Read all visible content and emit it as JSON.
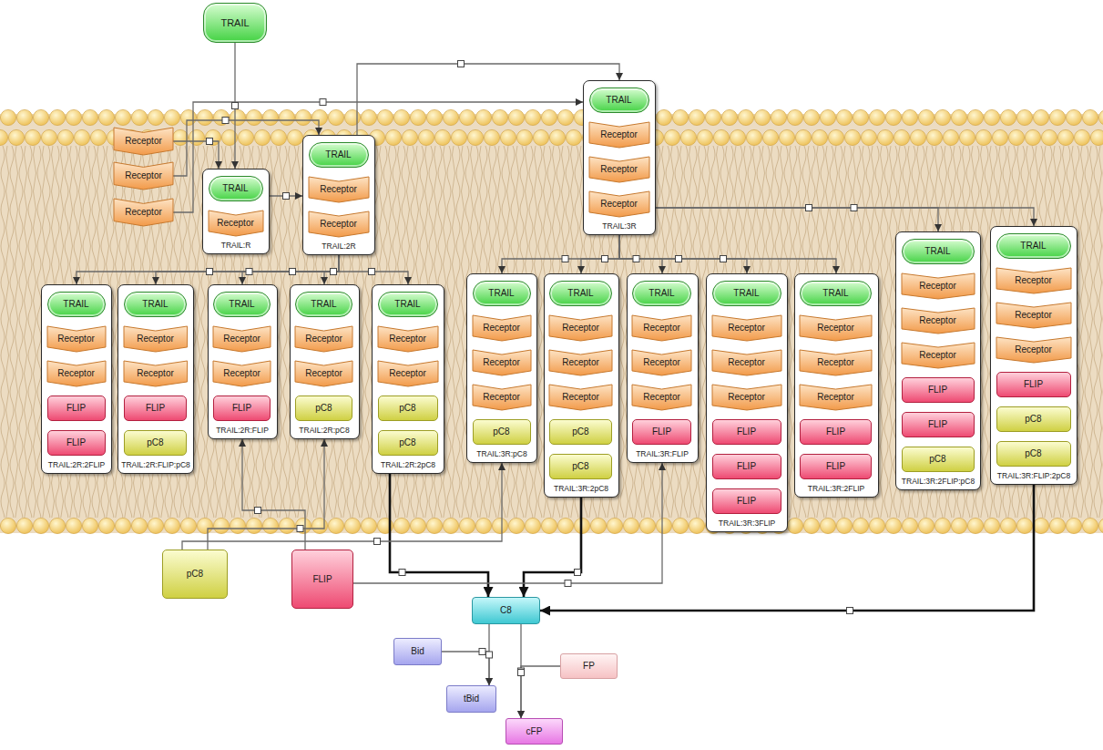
{
  "diagram": {
    "nodes": [
      {
        "text": [
          "TRAIL"
        ]
      },
      {
        "text": [
          "Receptor"
        ]
      },
      {
        "text": [
          "Receptor"
        ]
      },
      {
        "text": [
          "Receptor"
        ]
      },
      {
        "text": [
          "TRAIL:R"
        ]
      },
      {
        "text": [
          "TRAIL"
        ],
        "in": 4
      },
      {
        "text": [
          "Receptor"
        ],
        "in": 4
      },
      {
        "text": [
          "TRAIL:2R"
        ]
      },
      {
        "text": [
          "TRAIL"
        ],
        "in": 7
      },
      {
        "text": [
          "Receptor"
        ],
        "in": 7
      },
      {
        "text": [
          "Receptor"
        ],
        "in": 7
      },
      {
        "text": [
          "TRAIL:3R"
        ]
      },
      {
        "text": [
          "TRAIL"
        ],
        "in": 11
      },
      {
        "text": [
          "Receptor"
        ],
        "in": 11
      },
      {
        "text": [
          "Receptor"
        ],
        "in": 11
      },
      {
        "text": [
          "Receptor"
        ],
        "in": 11
      },
      {
        "text": [
          "TRAIL:2R:2FLIP"
        ]
      },
      {
        "text": [
          "TRAIL"
        ],
        "in": 16
      },
      {
        "text": [
          "Receptor"
        ],
        "in": 16
      },
      {
        "text": [
          "Receptor"
        ],
        "in": 16
      },
      {
        "text": [
          "FLIP"
        ],
        "in": 16
      },
      {
        "text": [
          "FLIP"
        ],
        "in": 16
      },
      {
        "text": [
          "TRAIL:2R:FLIP:pC8"
        ]
      },
      {
        "text": [
          "TRAIL"
        ],
        "in": 22
      },
      {
        "text": [
          "Receptor"
        ],
        "in": 22
      },
      {
        "text": [
          "Receptor"
        ],
        "in": 22
      },
      {
        "text": [
          "FLIP"
        ],
        "in": 22
      },
      {
        "text": [
          "pC8"
        ],
        "in": 22
      },
      {
        "text": [
          "TRAIL:2R:FLIP"
        ]
      },
      {
        "text": [
          "TRAIL"
        ],
        "in": 28
      },
      {
        "text": [
          "Receptor"
        ],
        "in": 28
      },
      {
        "text": [
          "Receptor"
        ],
        "in": 28
      },
      {
        "text": [
          "FLIP"
        ],
        "in": 28
      },
      {
        "text": [
          "TRAIL:2R:pC8"
        ]
      },
      {
        "text": [
          "TRAIL"
        ],
        "in": 33
      },
      {
        "text": [
          "Receptor"
        ],
        "in": 33
      },
      {
        "text": [
          "Receptor"
        ],
        "in": 33
      },
      {
        "text": [
          "pC8"
        ],
        "in": 33
      },
      {
        "text": [
          "TRAIL:2R:2pC8"
        ]
      },
      {
        "text": [
          "TRAIL"
        ],
        "in": 38
      },
      {
        "text": [
          "Receptor"
        ],
        "in": 38
      },
      {
        "text": [
          "Receptor"
        ],
        "in": 38
      },
      {
        "text": [
          "pC8"
        ],
        "in": 38
      },
      {
        "text": [
          "pC8"
        ],
        "in": 38
      },
      {
        "text": [
          "TRAIL:3R:pC8"
        ]
      },
      {
        "text": [
          "TRAIL"
        ],
        "in": 44
      },
      {
        "text": [
          "Receptor"
        ],
        "in": 44
      },
      {
        "text": [
          "Receptor"
        ],
        "in": 44
      },
      {
        "text": [
          "Receptor"
        ],
        "in": 44
      },
      {
        "text": [
          "pC8"
        ],
        "in": 44
      },
      {
        "text": [
          "TRAIL:3R:2pC8"
        ]
      },
      {
        "text": [
          "TRAIL"
        ],
        "in": 50
      },
      {
        "text": [
          "Receptor"
        ],
        "in": 50
      },
      {
        "text": [
          "Receptor"
        ],
        "in": 50
      },
      {
        "text": [
          "Receptor"
        ],
        "in": 50
      },
      {
        "text": [
          "pC8"
        ],
        "in": 50
      },
      {
        "text": [
          "pC8"
        ],
        "in": 50
      },
      {
        "text": [
          "TRAIL:3R:FLIP"
        ]
      },
      {
        "text": [
          "TRAIL"
        ],
        "in": 57
      },
      {
        "text": [
          "Receptor"
        ],
        "in": 57
      },
      {
        "text": [
          "Receptor"
        ],
        "in": 57
      },
      {
        "text": [
          "Receptor"
        ],
        "in": 57
      },
      {
        "text": [
          "FLIP"
        ],
        "in": 57
      },
      {
        "text": [
          "TRAIL:3R:3FLIP"
        ]
      },
      {
        "text": [
          "TRAIL"
        ],
        "in": 63
      },
      {
        "text": [
          "Receptor"
        ],
        "in": 63
      },
      {
        "text": [
          "Receptor"
        ],
        "in": 63
      },
      {
        "text": [
          "Receptor"
        ],
        "in": 63
      },
      {
        "text": [
          "FLIP"
        ],
        "in": 63
      },
      {
        "text": [
          "FLIP"
        ],
        "in": 63
      },
      {
        "text": [
          "FLIP"
        ],
        "in": 63
      },
      {
        "text": [
          "TRAIL:3R:2FLIP"
        ]
      },
      {
        "text": [
          "TRAIL"
        ],
        "in": 71
      },
      {
        "text": [
          "Receptor"
        ],
        "in": 71
      },
      {
        "text": [
          "Receptor"
        ],
        "in": 71
      },
      {
        "text": [
          "Receptor"
        ],
        "in": 71
      },
      {
        "text": [
          "FLIP"
        ],
        "in": 71
      },
      {
        "text": [
          "FLIP"
        ],
        "in": 71
      },
      {
        "text": [
          "TRAIL:3R:2FLIP:pC8"
        ]
      },
      {
        "text": [
          "TRAIL"
        ],
        "in": 78
      },
      {
        "text": [
          "Receptor"
        ],
        "in": 78
      },
      {
        "text": [
          "Receptor"
        ],
        "in": 78
      },
      {
        "text": [
          "Receptor"
        ],
        "in": 78
      },
      {
        "text": [
          "FLIP"
        ],
        "in": 78
      },
      {
        "text": [
          "FLIP"
        ],
        "in": 78
      },
      {
        "text": [
          "pC8"
        ],
        "in": 78
      },
      {
        "text": [
          "TRAIL:3R:FLIP:2pC8"
        ]
      },
      {
        "text": [
          "TRAIL"
        ],
        "in": 86
      },
      {
        "text": [
          "Receptor"
        ],
        "in": 86
      },
      {
        "text": [
          "Receptor"
        ],
        "in": 86
      },
      {
        "text": [
          "Receptor"
        ],
        "in": 86
      },
      {
        "text": [
          "FLIP"
        ],
        "in": 86
      },
      {
        "text": [
          "pC8"
        ],
        "in": 86
      },
      {
        "text": [
          "pC8"
        ],
        "in": 86
      },
      {
        "text": [
          "pC8"
        ]
      },
      {
        "text": [
          "FLIP"
        ]
      },
      {
        "text": [
          "C8"
        ]
      },
      {
        "text": [
          "Bid"
        ]
      },
      {
        "text": [
          "FP"
        ]
      },
      {
        "text": [
          "tBid"
        ]
      },
      {
        "text": [
          "cFP"
        ]
      }
    ],
    "edges": [
      {
        "from": 0,
        "to": 4,
        "arrow": "to"
      },
      {
        "from": 1,
        "to": 4,
        "arrow": "to"
      },
      {
        "from": 2,
        "to": 7,
        "arrow": "to"
      },
      {
        "from": 3,
        "to": 11,
        "arrow": "to"
      },
      {
        "from": 4,
        "to": 7,
        "arrow": "to"
      },
      {
        "from": 7,
        "to": 11,
        "arrow": "to"
      },
      {
        "from": 7,
        "to": 16,
        "arrow": "to"
      },
      {
        "from": 7,
        "to": 22,
        "arrow": "to"
      },
      {
        "from": 7,
        "to": 28,
        "arrow": "to"
      },
      {
        "from": 7,
        "to": 33,
        "arrow": "to"
      },
      {
        "from": 7,
        "to": 38,
        "arrow": "to"
      },
      {
        "from": 11,
        "to": 44,
        "arrow": "to"
      },
      {
        "from": 11,
        "to": 50,
        "arrow": "to"
      },
      {
        "from": 11,
        "to": 57,
        "arrow": "to"
      },
      {
        "from": 11,
        "to": 63,
        "arrow": "to"
      },
      {
        "from": 11,
        "to": 71,
        "arrow": "to"
      },
      {
        "from": 11,
        "to": 78,
        "arrow": "to"
      },
      {
        "from": 11,
        "to": 86,
        "arrow": "to"
      },
      {
        "from": 38,
        "to": 96,
        "arrow": "to"
      },
      {
        "from": 50,
        "to": 96,
        "arrow": "to"
      },
      {
        "from": 86,
        "to": 96,
        "arrow": "to"
      },
      {
        "from": 96,
        "to": 99,
        "arrow": "to"
      },
      {
        "from": 97,
        "to": 99,
        "arrow": "to"
      },
      {
        "from": 96,
        "to": 100,
        "arrow": "to"
      },
      {
        "from": 98,
        "to": 100,
        "arrow": "to"
      },
      {
        "from": 94,
        "to": 33,
        "arrow": "to"
      },
      {
        "from": 94,
        "to": 44,
        "arrow": "to"
      },
      {
        "from": 95,
        "to": 28,
        "arrow": "to"
      },
      {
        "from": 95,
        "to": 57,
        "arrow": "to"
      }
    ]
  }
}
